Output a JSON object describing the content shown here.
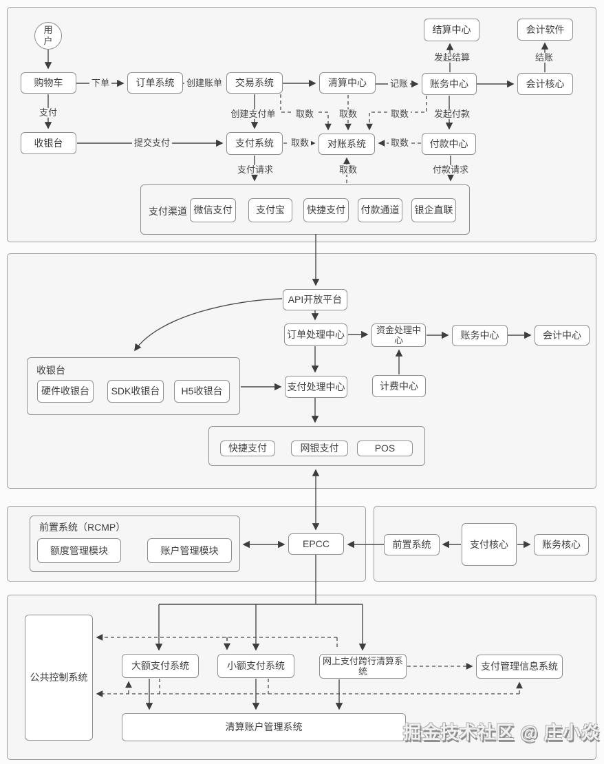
{
  "watermark": "掘金技术社区 @ 庄小焱",
  "p1": {
    "nodes": {
      "user": "用户",
      "cart": "购物车",
      "order_system": "订单系统",
      "trade_system": "交易系统",
      "clearing_center": "清算中心",
      "accounting_center": "账务中心",
      "accounting_core": "会计核心",
      "settlement_center": "结算中心",
      "accounting_software": "会计软件",
      "cashier": "收银台",
      "payment_system": "支付系统",
      "reconciliation_system": "对账系统",
      "payout_center": "付款中心",
      "channel_group": "支付渠道",
      "wechat_pay": "微信支付",
      "alipay": "支付宝",
      "quick_pay": "快捷支付",
      "payout_channel": "付款通道",
      "bank_enterprise_link": "银企直联"
    },
    "edges": {
      "place_order": "下单",
      "create_bill": "创建账单",
      "pay": "支付",
      "submit_payment": "提交支付",
      "create_pay_order": "创建支付单",
      "bookkeeping": "记账",
      "initiate_settlement": "发起结算",
      "close_accounts": "结账",
      "initiate_payout": "发起付款",
      "fetch_data": "取数",
      "payment_request": "支付请求",
      "payout_request": "付款请求"
    }
  },
  "p2": {
    "nodes": {
      "api_platform": "API开放平台",
      "order_processing_center": "订单处理中心",
      "fund_processing_center": "资金处理中心",
      "accounting_center": "账务中心",
      "accountancy_center": "会计中心",
      "billing_center": "计费中心",
      "payment_processing_center": "支付处理中心",
      "cashier_group": "收银台",
      "hardware_cashier": "硬件收银台",
      "sdk_cashier": "SDK收银台",
      "h5_cashier": "H5收银台",
      "quick_pay": "快捷支付",
      "netbank_pay": "网银支付",
      "pos": "POS"
    }
  },
  "p3": {
    "nodes": {
      "rcmp_group": "前置系统（RCMP）",
      "quota_module": "额度管理模块",
      "account_module": "账户管理模块",
      "epcc": "EPCC",
      "front_system": "前置系统",
      "payment_core": "支付核心",
      "accounting_core": "账务核心"
    }
  },
  "p4": {
    "nodes": {
      "public_control_system": "公共控制系统",
      "hvps": "大额支付系统",
      "beps": "小额支付系统",
      "ibps": "网上支付跨行清算系统",
      "pmis": "支付管理信息系统",
      "clearing_account_mgmt": "清算账户管理系统"
    }
  }
}
